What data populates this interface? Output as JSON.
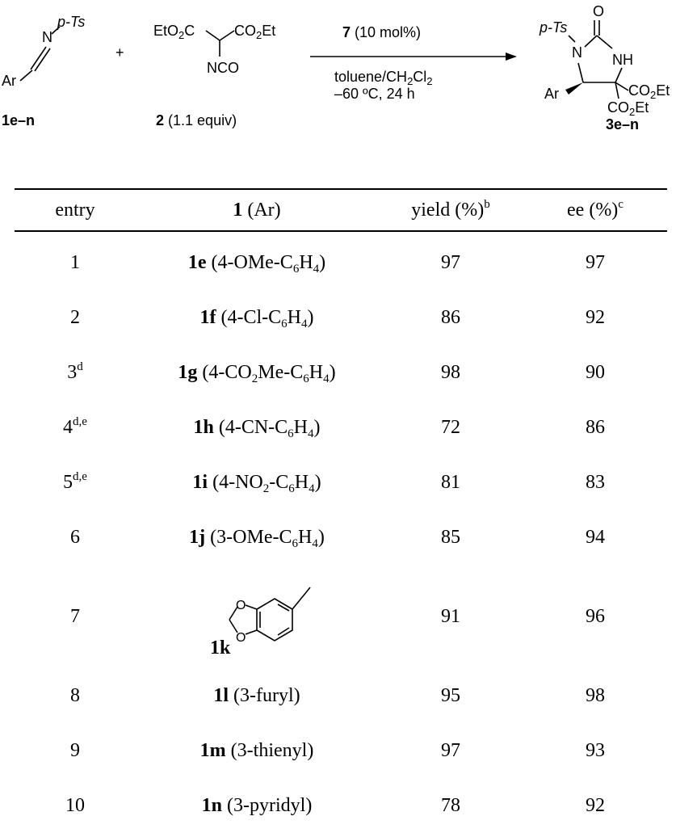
{
  "scheme": {
    "reactant1_group": "p-Ts",
    "reactant1_atom": "N",
    "reactant1_ar": "Ar",
    "reactant1_label": "1e–n",
    "plus": "+",
    "reactant2_left_ester": "EtO2C",
    "reactant2_right_ester": "CO2Et",
    "reactant2_nco": "NCO",
    "reactant2_label_bold": "2",
    "reactant2_label_rest": "(1.1 equiv)",
    "catalyst_bold": "7",
    "catalyst_rest": "(10 mol%)",
    "conditions_line1": "toluene/CH2Cl2",
    "conditions_line2": "–60 ºC, 24 h",
    "product_group": "p-Ts",
    "product_n": "N",
    "product_o": "O",
    "product_nh": "NH",
    "product_ar": "Ar",
    "product_ester1": "CO2Et",
    "product_ester2": "CO2Et",
    "product_label": "3e–n"
  },
  "table": {
    "headers": {
      "entry": "entry",
      "ar_bold": "1",
      "ar_rest": "(Ar)",
      "yield": "yield (%)",
      "yield_sup": "b",
      "ee": "ee (%)",
      "ee_sup": "c"
    },
    "rows": [
      {
        "entry": "1",
        "entry_sup": "",
        "cmp": "1e",
        "ar_pre": "(4-OMe-C",
        "sub1": "6",
        "ar_mid": "H",
        "sub2": "4",
        "ar_post": ")",
        "yield": "97",
        "ee": "97"
      },
      {
        "entry": "2",
        "entry_sup": "",
        "cmp": "1f",
        "ar_pre": "(4-Cl-C",
        "sub1": "6",
        "ar_mid": "H",
        "sub2": "4",
        "ar_post": ")",
        "yield": "86",
        "ee": "92"
      },
      {
        "entry": "3",
        "entry_sup": "d",
        "cmp": "1g",
        "ar_pre": "(4-CO",
        "sub1": "2",
        "ar_mid": "Me-C",
        "sub2": "6",
        "ar_mid2": "H",
        "sub3": "4",
        "ar_post": ")",
        "yield": "98",
        "ee": "90"
      },
      {
        "entry": "4",
        "entry_sup": "d,e",
        "cmp": "1h",
        "ar_pre": "(4-CN-C",
        "sub1": "6",
        "ar_mid": "H",
        "sub2": "4",
        "ar_post": ")",
        "yield": "72",
        "ee": "86"
      },
      {
        "entry": "5",
        "entry_sup": "d,e",
        "cmp": "1i",
        "ar_pre": "(4-NO",
        "sub1": "2",
        "ar_mid": "-C",
        "sub2": "6",
        "ar_mid2": "H",
        "sub3": "4",
        "ar_post": ")",
        "yield": "81",
        "ee": "83"
      },
      {
        "entry": "6",
        "entry_sup": "",
        "cmp": "1j",
        "ar_pre": "(3-OMe-C",
        "sub1": "6",
        "ar_mid": "H",
        "sub2": "4",
        "ar_post": ")",
        "yield": "85",
        "ee": "94"
      },
      {
        "entry": "7",
        "entry_sup": "",
        "cmp": "1k",
        "yield": "91",
        "ee": "96"
      },
      {
        "entry": "8",
        "entry_sup": "",
        "cmp": "1l",
        "ar_pre": "(3-furyl)",
        "yield": "95",
        "ee": "98"
      },
      {
        "entry": "9",
        "entry_sup": "",
        "cmp": "1m",
        "ar_pre": "(3-thienyl)",
        "yield": "97",
        "ee": "93"
      },
      {
        "entry": "10",
        "entry_sup": "",
        "cmp": "1n",
        "ar_pre": "(3-pyridyl)",
        "yield": "78",
        "ee": "92"
      }
    ]
  }
}
